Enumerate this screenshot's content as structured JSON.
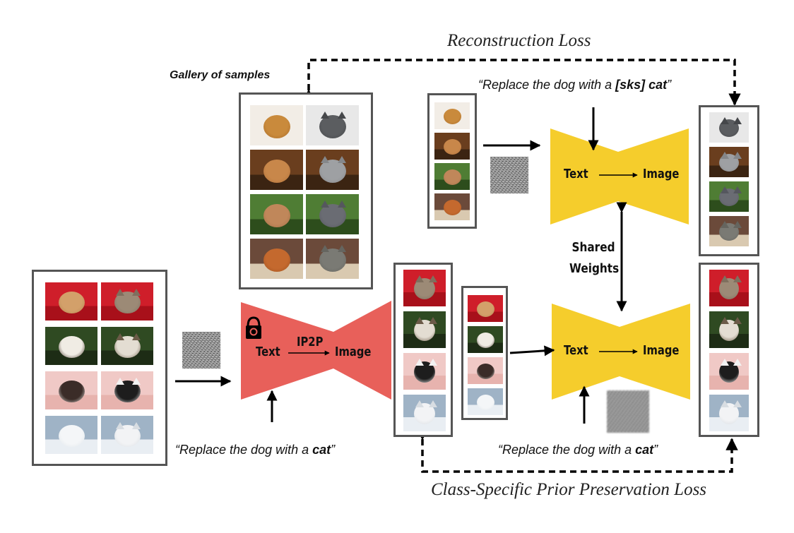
{
  "title_reconstruction": "Reconstruction Loss",
  "title_class_prior": "Class-Specific Prior Preservation Loss",
  "gallery_label": "Gallery of samples",
  "captions": {
    "top": {
      "pre": "“Replace the dog with a ",
      "em": "[sks] cat",
      "post": "”"
    },
    "bottom_left": {
      "pre": "“Replace the dog with a ",
      "em": "cat",
      "post": "”"
    },
    "bottom_right": {
      "pre": "“Replace the dog with a ",
      "em": "cat",
      "post": "”"
    }
  },
  "models": {
    "ip2p": {
      "input_label": "Text",
      "output_label": "Image",
      "name": "IP2P",
      "color": "#e8605a",
      "locked": true,
      "lock_icon": "lock-icon"
    },
    "top": {
      "input_label": "Text",
      "output_label": "Image",
      "color": "#f5cd2c"
    },
    "bottom": {
      "input_label": "Text",
      "output_label": "Image",
      "color": "#f5cd2c"
    }
  },
  "shared_weights": {
    "line1": "Shared",
    "line2": "Weights"
  },
  "photo_sets": {
    "instances": [
      "dog-puppy-white-bg",
      "dog-on-wooden-floor",
      "dog-in-green-grass",
      "dog-on-blanket"
    ],
    "targets": [
      "cat-gray-closeup",
      "cat-on-wooden-floor",
      "cat-in-green-grass",
      "cat-on-blanket"
    ],
    "class_dogs": [
      "dog-red-sweater",
      "dog-tricolor-outdoors",
      "dog-pink-wall",
      "dog-white-snow"
    ],
    "class_cats": [
      "cat-red-sweater",
      "cat-tricolor-outdoors",
      "cat-pink-wall",
      "cat-white-snow"
    ]
  }
}
